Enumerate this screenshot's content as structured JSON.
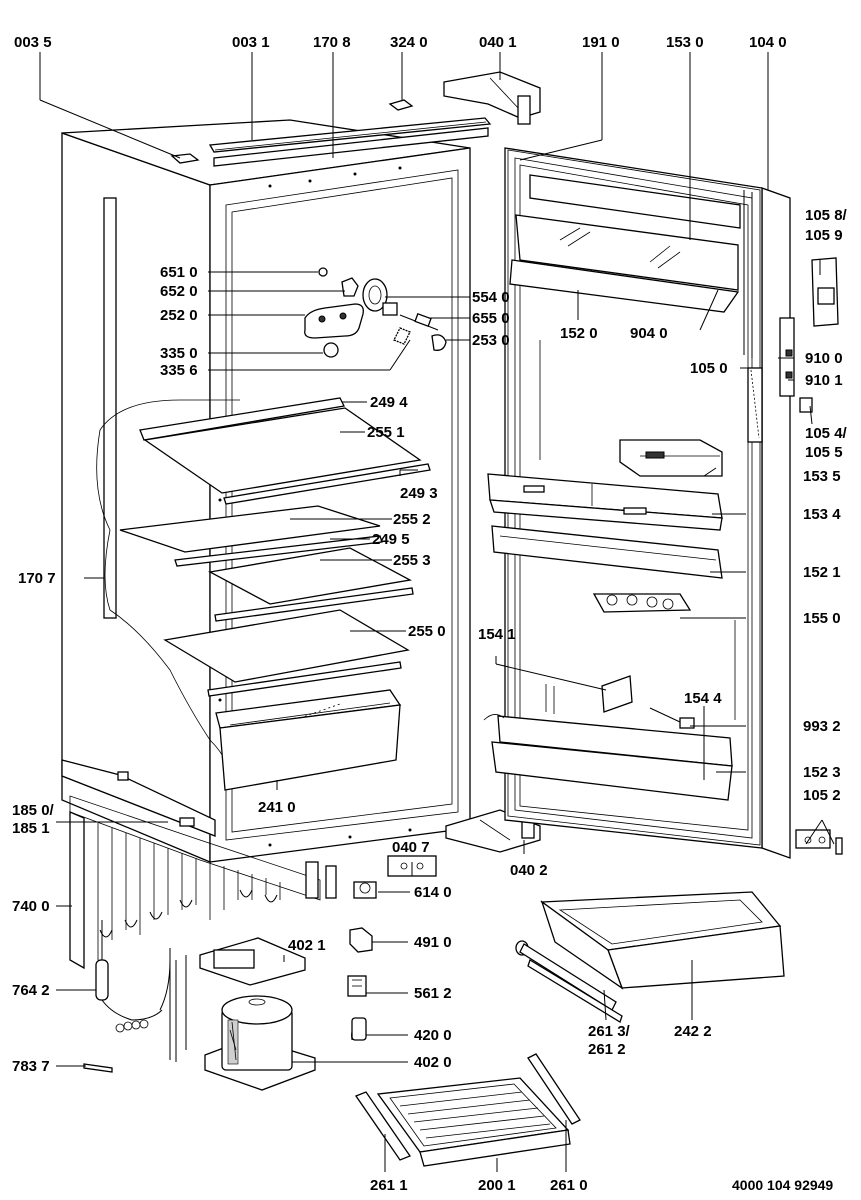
{
  "diagram": {
    "document_code": "4000 104 92949",
    "callouts": [
      {
        "id": "c0035",
        "text": "003 5"
      },
      {
        "id": "c0031",
        "text": "003 1"
      },
      {
        "id": "c1708",
        "text": "170 8"
      },
      {
        "id": "c3240",
        "text": "324 0"
      },
      {
        "id": "c0401",
        "text": "040 1"
      },
      {
        "id": "c1910",
        "text": "191 0"
      },
      {
        "id": "c1530",
        "text": "153 0"
      },
      {
        "id": "c1040",
        "text": "104 0"
      },
      {
        "id": "c1058",
        "text": "105 8/"
      },
      {
        "id": "c1059",
        "text": "105 9"
      },
      {
        "id": "c6510",
        "text": "651 0"
      },
      {
        "id": "c6520",
        "text": "652 0"
      },
      {
        "id": "c5540",
        "text": "554 0"
      },
      {
        "id": "c2520",
        "text": "252 0"
      },
      {
        "id": "c6550",
        "text": "655 0"
      },
      {
        "id": "c2530",
        "text": "253 0"
      },
      {
        "id": "c1520",
        "text": "152 0"
      },
      {
        "id": "c9040",
        "text": "904 0"
      },
      {
        "id": "c3350",
        "text": "335 0"
      },
      {
        "id": "c3356",
        "text": "335 6"
      },
      {
        "id": "c9100",
        "text": "910 0"
      },
      {
        "id": "c1050",
        "text": "105 0"
      },
      {
        "id": "c9101",
        "text": "910 1"
      },
      {
        "id": "c2494",
        "text": "249 4"
      },
      {
        "id": "c2551",
        "text": "255 1"
      },
      {
        "id": "c1054",
        "text": "105 4/"
      },
      {
        "id": "c1055",
        "text": "105 5"
      },
      {
        "id": "c1535",
        "text": "153 5"
      },
      {
        "id": "c2493",
        "text": "249 3"
      },
      {
        "id": "c1534",
        "text": "153 4"
      },
      {
        "id": "c2552",
        "text": "255 2"
      },
      {
        "id": "c2495",
        "text": "249 5"
      },
      {
        "id": "c2553",
        "text": "255 3"
      },
      {
        "id": "c1707",
        "text": "170 7"
      },
      {
        "id": "c1521",
        "text": "152 1"
      },
      {
        "id": "c1550",
        "text": "155 0"
      },
      {
        "id": "c2550",
        "text": "255 0"
      },
      {
        "id": "c1541",
        "text": "154 1"
      },
      {
        "id": "c1544",
        "text": "154 4"
      },
      {
        "id": "c9932",
        "text": "993 2"
      },
      {
        "id": "c1523",
        "text": "152 3"
      },
      {
        "id": "c2410",
        "text": "241 0"
      },
      {
        "id": "c1052",
        "text": "105 2"
      },
      {
        "id": "c1850",
        "text": "185 0/"
      },
      {
        "id": "c1851",
        "text": "185 1"
      },
      {
        "id": "c0407",
        "text": "040 7"
      },
      {
        "id": "c0402",
        "text": "040 2"
      },
      {
        "id": "c6140",
        "text": "614 0"
      },
      {
        "id": "c7400",
        "text": "740 0"
      },
      {
        "id": "c4021",
        "text": "402 1"
      },
      {
        "id": "c4910",
        "text": "491 0"
      },
      {
        "id": "c7642",
        "text": "764 2"
      },
      {
        "id": "c5612",
        "text": "561 2"
      },
      {
        "id": "c4200",
        "text": "420 0"
      },
      {
        "id": "c2613",
        "text": "261 3/"
      },
      {
        "id": "c2612",
        "text": "261 2"
      },
      {
        "id": "c2422",
        "text": "242 2"
      },
      {
        "id": "c7837",
        "text": "783 7"
      },
      {
        "id": "c4020",
        "text": "402 0"
      },
      {
        "id": "c2611",
        "text": "261 1"
      },
      {
        "id": "c2001",
        "text": "200 1"
      },
      {
        "id": "c2610",
        "text": "261 0"
      }
    ]
  }
}
